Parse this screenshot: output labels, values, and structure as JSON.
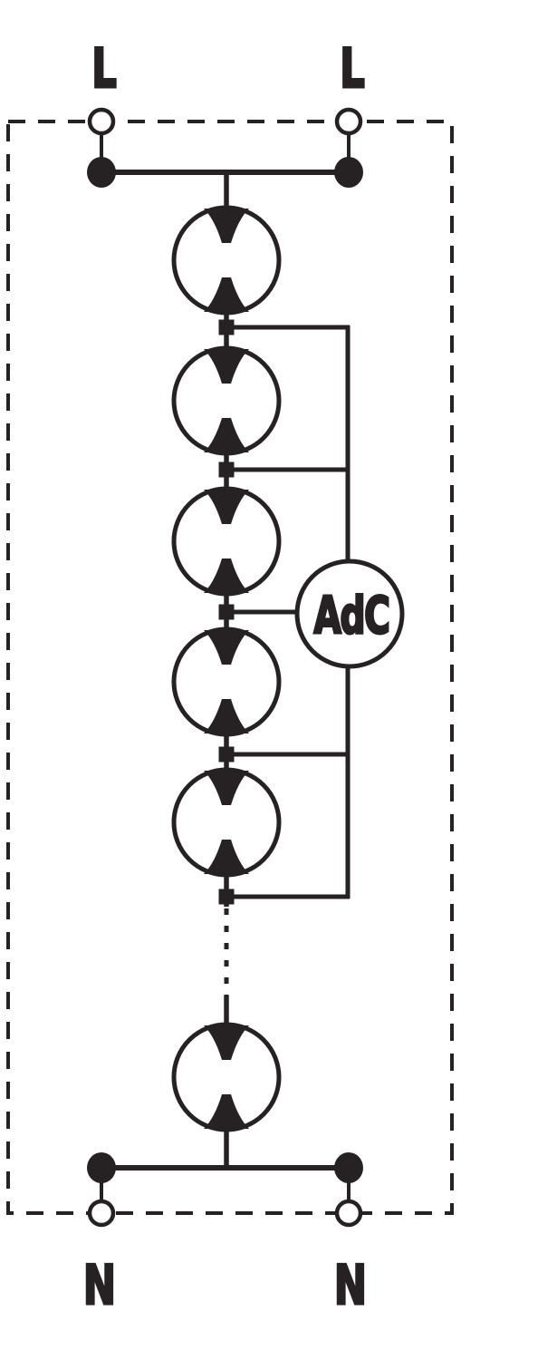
{
  "diagram": {
    "type": "circuit-schematic",
    "description": "Cascade of six spark-gap surge arresters in series between L and N terminals inside a dashed device enclosure, with five tap junctions wired to an AdC monitoring device",
    "ink": "#262223",
    "background": "#ffffff",
    "labels": {
      "top_left": "L",
      "top_right": "L",
      "bottom_left": "N",
      "bottom_right": "N",
      "monitor": "AdC"
    },
    "spark_gaps_upper": 5,
    "spark_gaps_lower": 1,
    "tap_junctions": 5,
    "enclosure_border": "dashed",
    "continuation": "dotted-line between upper chain and last spark gap"
  }
}
